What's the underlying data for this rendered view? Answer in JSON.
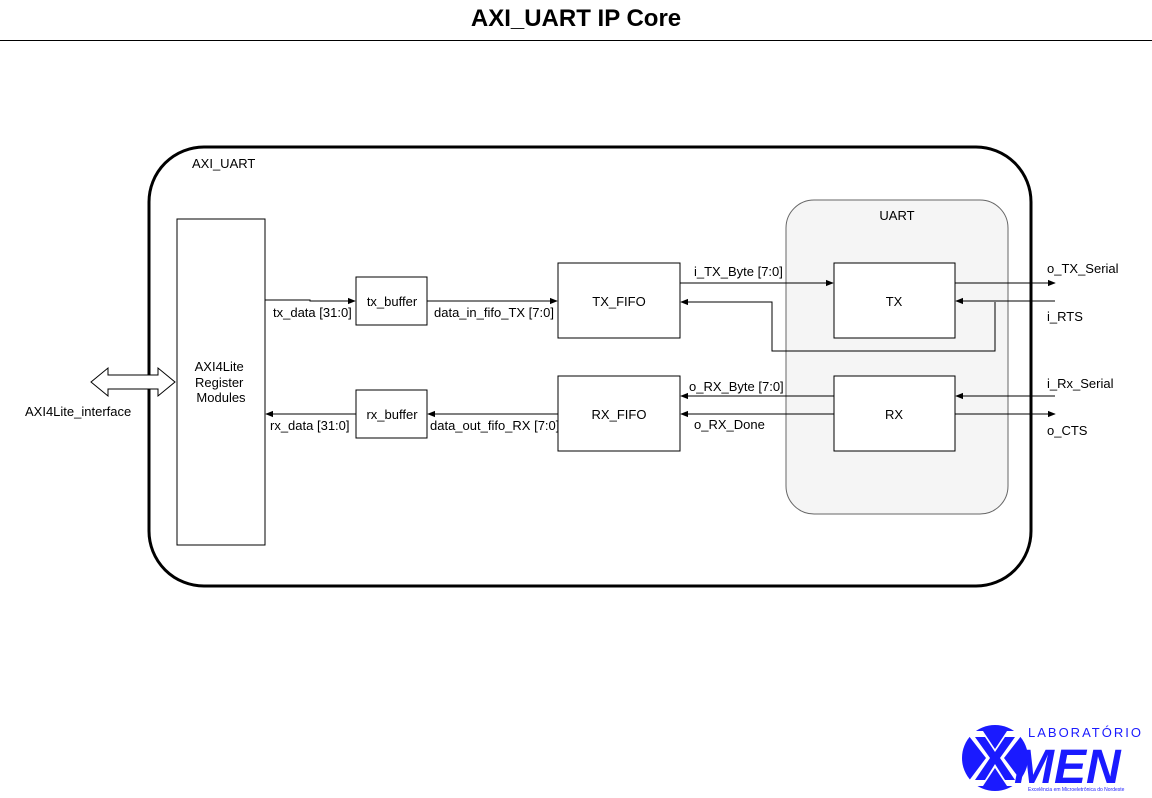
{
  "title": "AXI_UART IP Core",
  "container_label": "AXI_UART",
  "uart_group_label": "UART",
  "blocks": {
    "axi_register_modules": [
      "AXI4Lite",
      "Register",
      "Modules"
    ],
    "tx_buffer": "tx_buffer",
    "rx_buffer": "rx_buffer",
    "tx_fifo": "TX_FIFO",
    "rx_fifo": "RX_FIFO",
    "tx": "TX",
    "rx": "RX"
  },
  "signals": {
    "tx_data": "tx_data [31:0]",
    "data_in_fifo_tx": "data_in_fifo_TX [7:0]",
    "i_tx_byte": "i_TX_Byte [7:0]",
    "o_tx_serial": "o_TX_Serial",
    "i_rts": "i_RTS",
    "i_rx_serial": "i_Rx_Serial",
    "o_cts": "o_CTS",
    "o_rx_byte": "o_RX_Byte [7:0]",
    "o_rx_done": "o_RX_Done",
    "data_out_fifo_rx": "data_out_fifo_RX [7:0]",
    "rx_data": "rx_data [31:0]",
    "axi_interface": "AXI4Lite_interface"
  },
  "logo": {
    "lab_text": "LABORATÓRIO",
    "brand": "MEN",
    "tagline": "Excelência em Microeletrônica do Nordeste",
    "color": "#1a1aff"
  }
}
